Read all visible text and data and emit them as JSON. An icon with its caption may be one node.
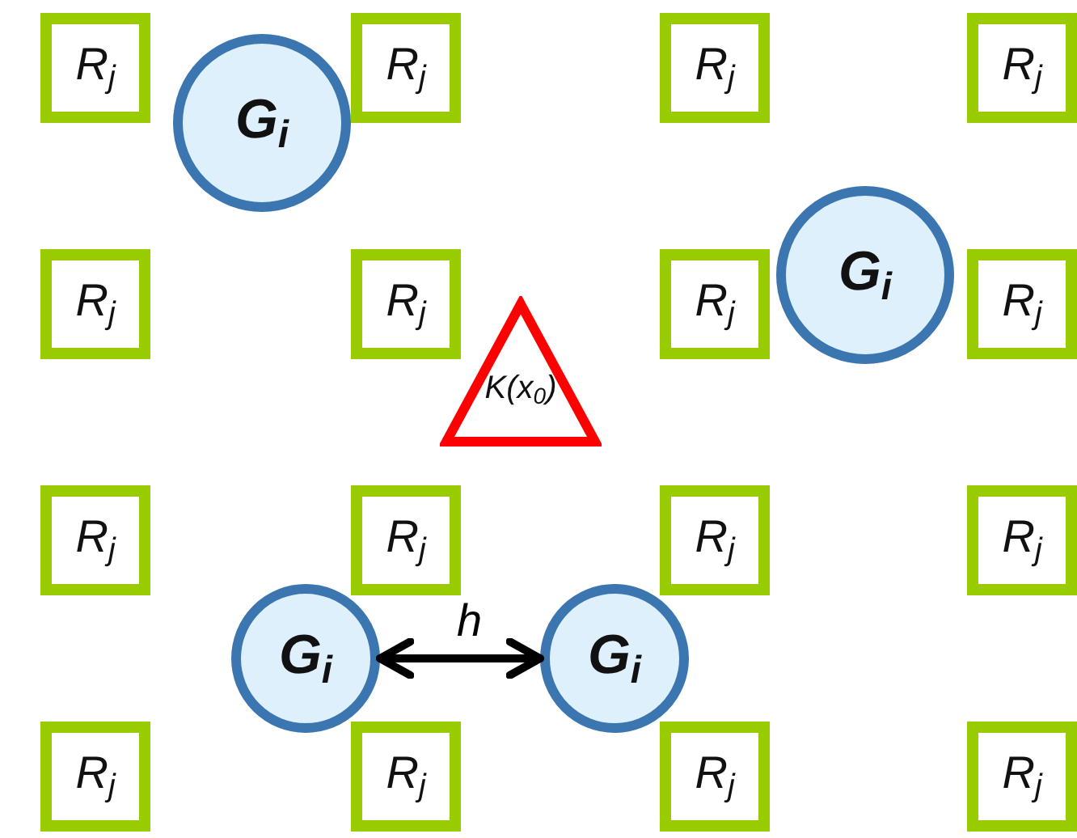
{
  "diagram": {
    "nodes": [
      {
        "text": [
          "R$_{j}$"
        ]
      },
      {
        "text": [
          "G$_{i}$"
        ]
      },
      {
        "text": [
          "R$_{j}$"
        ]
      },
      {
        "text": [
          "R$_{j}$"
        ]
      },
      {
        "text": [
          "R$_{j}$"
        ]
      },
      {
        "text": [
          "R$_{j}$"
        ]
      },
      {
        "text": [
          "R$_{j}$"
        ]
      },
      {
        "text": [
          "R$_{j}$"
        ]
      },
      {
        "text": [
          "G$_{i}$"
        ]
      },
      {
        "text": [
          "R$_{j}$"
        ]
      },
      {
        "text": [
          "K(x$_{0}$)"
        ]
      },
      {
        "text": [
          "R$_{j}$"
        ]
      },
      {
        "text": [
          "R$_{j}$"
        ]
      },
      {
        "text": [
          "R$_{j}$"
        ]
      },
      {
        "text": [
          "R$_{j}$"
        ]
      },
      {
        "text": [
          "G$_{i}$"
        ]
      },
      {
        "text": [
          "G$_{i}$"
        ]
      },
      {
        "text": [
          "R$_{j}$"
        ]
      },
      {
        "text": [
          "R$_{j}$"
        ]
      },
      {
        "text": [
          "R$_{j}$"
        ]
      },
      {
        "text": [
          "R$_{j}$"
        ]
      }
    ],
    "edges": [
      {
        "from": 15,
        "to": 16,
        "arrow": "both",
        "label": "h"
      }
    ]
  }
}
